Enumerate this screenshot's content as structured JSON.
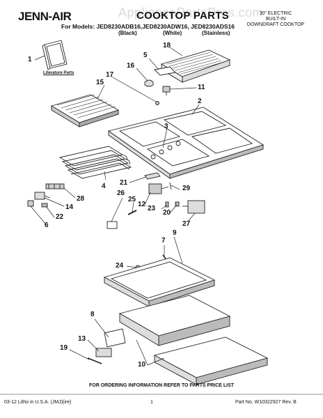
{
  "header": {
    "logo": "JENN-AIR",
    "title": "COOKTOP PARTS",
    "description": [
      "30\" ELECTRIC",
      "BUILT-IN",
      "DOWNDRAFT COOKTOP"
    ],
    "models_line": "For Models: JED8230ADB16,JED8230ADW16, JED8230ADS16",
    "variants": [
      "(Black)",
      "(White)",
      "(Stainless)"
    ],
    "watermark": "AppliancePartsPros.com"
  },
  "labels": {
    "literature": "Literature Parts",
    "ordering": "FOR ORDERING INFORMATION REFER TO PARTS PRICE LIST"
  },
  "callouts": [
    "1",
    "18",
    "5",
    "16",
    "17",
    "15",
    "11",
    "2",
    "3",
    "21",
    "4",
    "26",
    "29",
    "25",
    "12",
    "23",
    "20",
    "28",
    "14",
    "22",
    "6",
    "27",
    "7",
    "9",
    "24",
    "8",
    "13",
    "19",
    "10"
  ],
  "footer": {
    "left": "03-12  Litho in U.S.A. (JMJ)(ire)",
    "center": "1",
    "right": "Part No. W10322927 Rev. B"
  },
  "colors": {
    "ink": "#111111",
    "watermark": "#888888"
  }
}
